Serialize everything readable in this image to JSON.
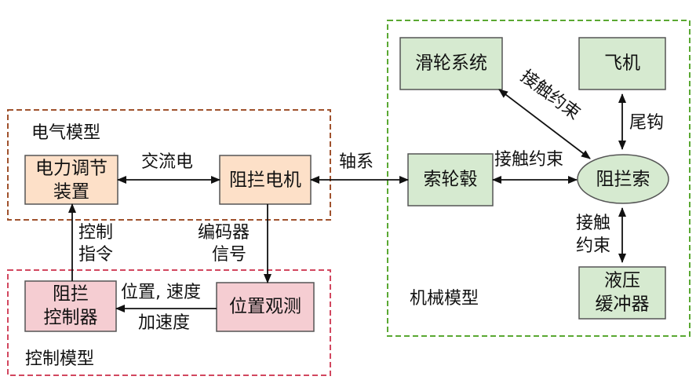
{
  "regions": {
    "electrical": {
      "title": "电气模型",
      "border_color": "#a0522d"
    },
    "control": {
      "title": "控制模型",
      "border_color": "#d2475f"
    },
    "mechanical": {
      "title": "机械模型",
      "border_color": "#5aa832"
    }
  },
  "boxes": {
    "power_regulator": {
      "line1": "电力调节",
      "line2": "装置",
      "fill": "#fde0c8"
    },
    "arresting_motor": {
      "label": "阻拦电机",
      "fill": "#fde0c8"
    },
    "arresting_controller": {
      "line1": "阻拦",
      "line2": "控制器",
      "fill": "#f5cdd2"
    },
    "position_observer": {
      "label": "位置观测",
      "fill": "#f5cdd2"
    },
    "pulley_system": {
      "label": "滑轮系统",
      "fill": "#d6ead0"
    },
    "aircraft": {
      "label": "飞机",
      "fill": "#d6ead0"
    },
    "sheave_hub": {
      "label": "索轮毂",
      "fill": "#d6ead0"
    },
    "hydraulic_buffer": {
      "line1": "液压",
      "line2": "缓冲器",
      "fill": "#d6ead0"
    },
    "arresting_cable": {
      "label": "阻拦索",
      "fill": "#d6ead0"
    }
  },
  "connections": {
    "ac_power": "交流电",
    "shaft": "轴系",
    "encoder_line1": "编码器",
    "encoder_line2": "信号",
    "control_cmd_line1": "控制",
    "control_cmd_line2": "指令",
    "pos_speed": "位置, 速度",
    "acceleration": "加速度",
    "contact_constraint_pulley": "接触约束",
    "contact_constraint_hub": "接触约束",
    "contact_constraint_buffer_line1": "接触",
    "contact_constraint_buffer_line2": "约束",
    "tail_hook": "尾钩"
  }
}
